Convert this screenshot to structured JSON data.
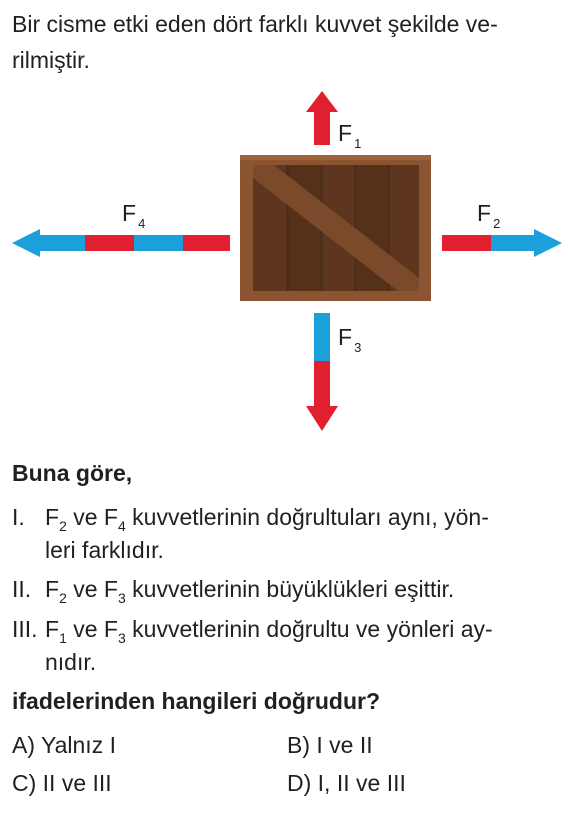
{
  "intro": {
    "line1": "Bir cisme etki eden dört farklı kuvvet şekilde ve-",
    "line2": "rilmiştir."
  },
  "figure": {
    "forces": [
      {
        "letter": "F",
        "sub": "1"
      },
      {
        "letter": "F",
        "sub": "2"
      },
      {
        "letter": "F",
        "sub": "3"
      },
      {
        "letter": "F",
        "sub": "4"
      }
    ],
    "colors": {
      "red": "#e0202f",
      "blue": "#1ba0db",
      "crate_dark": "#5a3420",
      "crate_frame": "#8a5530"
    }
  },
  "question": {
    "lead": "Buna göre,",
    "items": [
      {
        "num": "I.",
        "parts": [
          "F",
          "2",
          " ve F",
          "4",
          " kuvvetlerinin doğrultuları aynı, yön-"
        ],
        "cont": "leri farklıdır."
      },
      {
        "num": "II.",
        "parts": [
          "F",
          "2",
          " ve F",
          "3",
          " kuvvetlerinin büyüklükleri eşittir."
        ]
      },
      {
        "num": "III.",
        "parts": [
          "F",
          "1",
          " ve F",
          "3",
          " kuvvetlerinin doğrultu ve yönleri ay-"
        ],
        "cont": "nıdır."
      }
    ],
    "ask": "ifadelerinden hangileri doğrudur?"
  },
  "options": [
    {
      "letter": "A)",
      "text": "Yalnız I"
    },
    {
      "letter": "B)",
      "text": "I ve II"
    },
    {
      "letter": "C)",
      "text": "II ve III"
    },
    {
      "letter": "D)",
      "text": "I, II ve III"
    }
  ]
}
